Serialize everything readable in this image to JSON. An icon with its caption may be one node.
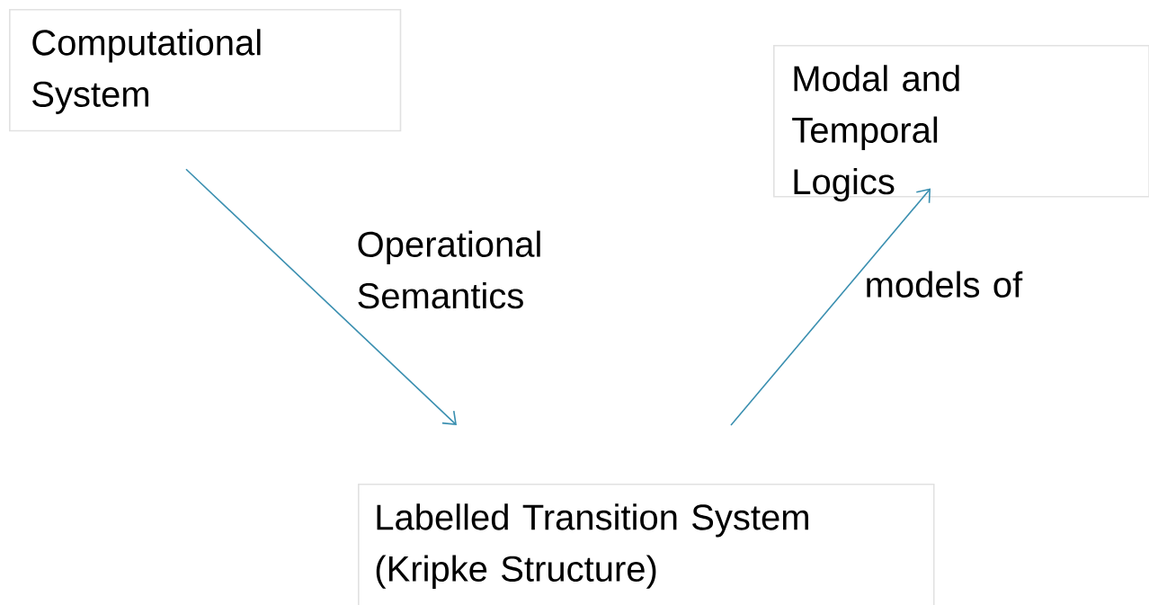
{
  "diagram": {
    "nodes": [
      {
        "text": [
          "Computational System"
        ]
      },
      {
        "text": [
          "Modal and Temporal Logics"
        ]
      },
      {
        "text": [
          "Labelled Transition System (Kripke Structure)"
        ]
      }
    ],
    "edges": [
      {
        "from": 0,
        "to": 2,
        "arrow": "to",
        "label": "Operational Semantics"
      },
      {
        "from": 2,
        "to": 1,
        "arrow": "to",
        "label": "models of"
      }
    ]
  }
}
